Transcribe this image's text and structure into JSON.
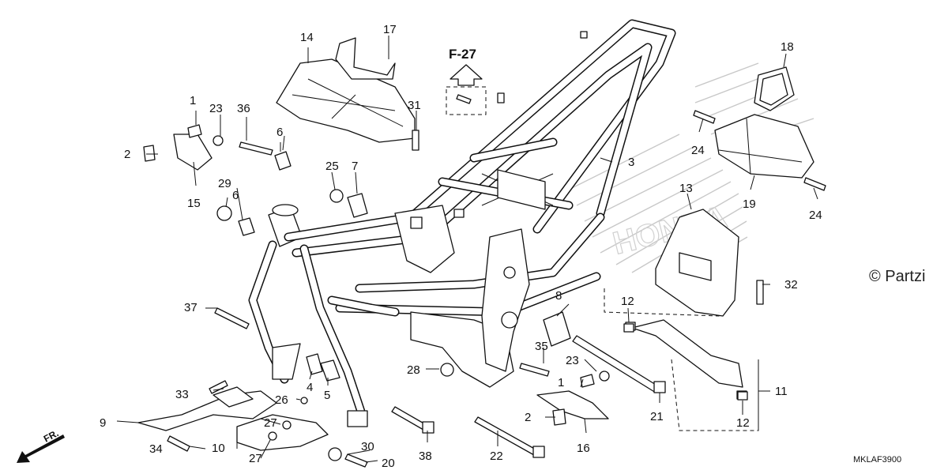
{
  "diagram": {
    "callouts": [
      "1",
      "2",
      "3",
      "4",
      "5",
      "6",
      "6",
      "7",
      "8",
      "9",
      "10",
      "11",
      "12",
      "12",
      "13",
      "14",
      "15",
      "16",
      "17",
      "18",
      "19",
      "20",
      "21",
      "22",
      "23",
      "23",
      "24",
      "24",
      "25",
      "26",
      "27",
      "27",
      "28",
      "29",
      "30",
      "31",
      "32",
      "33",
      "34",
      "35",
      "36",
      "37",
      "38",
      "1",
      "2"
    ],
    "reference": "F-27",
    "diagram_code": "MKLAF3900",
    "copyright": "© Partzi",
    "direction": "FR.",
    "watermark": "HONDA"
  }
}
